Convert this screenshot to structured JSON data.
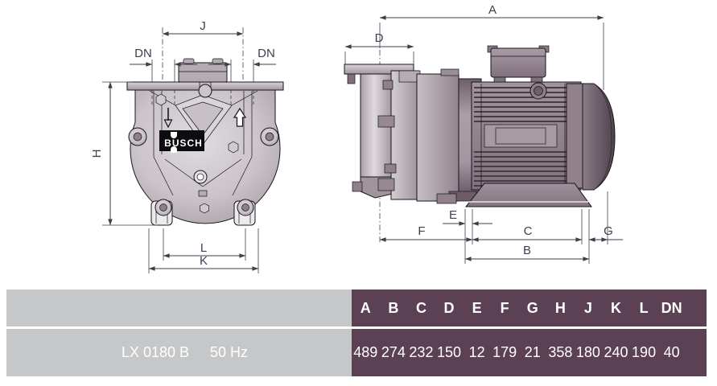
{
  "drawing": {
    "logo": {
      "text": "BUSCH"
    },
    "dimensions": {
      "front": {
        "j": "J",
        "dn_left": "DN",
        "dn_right": "DN",
        "h": "H",
        "l": "L",
        "k": "K"
      },
      "side": {
        "a": "A",
        "d": "D",
        "e": "E",
        "f": "F",
        "c": "C",
        "g": "G",
        "b": "B"
      }
    }
  },
  "table": {
    "columns": [
      "A",
      "B",
      "C",
      "D",
      "E",
      "F",
      "G",
      "H",
      "J",
      "K",
      "L",
      "DN"
    ],
    "row": {
      "model": "LX 0180 B",
      "frequency": "50 Hz",
      "values": [
        "489",
        "274",
        "232",
        "150",
        "12",
        "179",
        "21",
        "358",
        "180",
        "240",
        "190",
        "40"
      ]
    },
    "colors": {
      "header_bg": "#5c4154",
      "label_bg": "#c5c7c9",
      "divider": "#ffffff",
      "value_text": "#ffffff",
      "dimension_label_text": "#394052"
    }
  }
}
